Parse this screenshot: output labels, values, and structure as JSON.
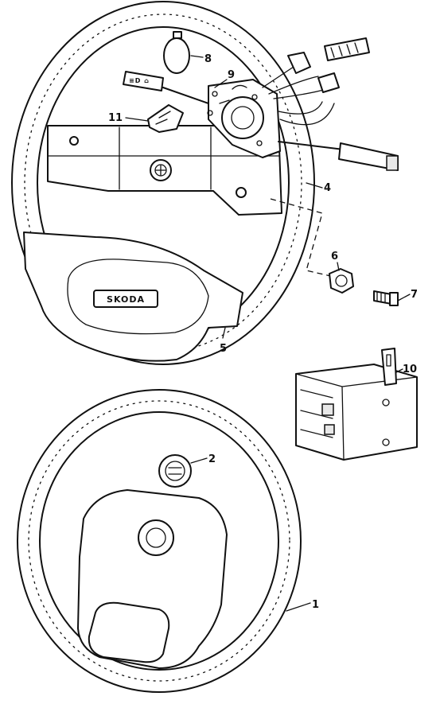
{
  "brand_text": "SKODA",
  "callouts": [
    "1",
    "2",
    "4",
    "5",
    "6",
    "7",
    "8",
    "9",
    "10",
    "11"
  ]
}
